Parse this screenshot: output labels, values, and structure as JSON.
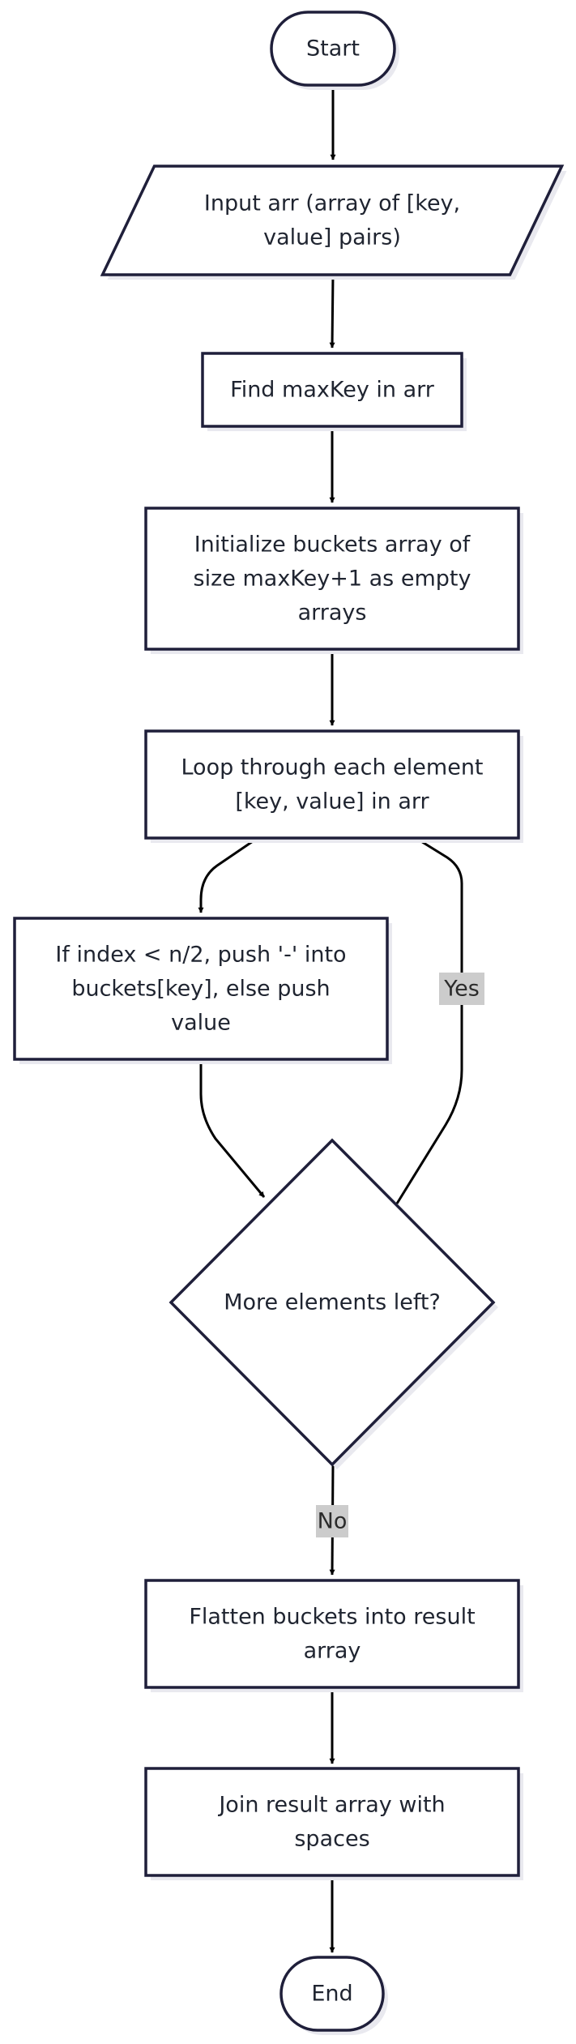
{
  "diagram": {
    "type": "flowchart",
    "colors": {
      "stroke": "#1f1f3a",
      "arrow": "#000000",
      "shadow": "#e9e9ef",
      "edge_label_bg": "#cccccc",
      "background": "#ffffff"
    },
    "nodes": [
      {
        "id": "start",
        "shape": "terminal",
        "lines": [
          "Start"
        ]
      },
      {
        "id": "input",
        "shape": "parallelogram",
        "lines": [
          "Input arr (array of [key,",
          "value] pairs)"
        ]
      },
      {
        "id": "findmax",
        "shape": "process",
        "lines": [
          "Find maxKey in arr"
        ]
      },
      {
        "id": "init",
        "shape": "process",
        "lines": [
          "Initialize buckets array of",
          "size maxKey+1 as empty",
          "arrays"
        ]
      },
      {
        "id": "loop",
        "shape": "process",
        "lines": [
          "Loop through each element",
          "[key, value] in arr"
        ]
      },
      {
        "id": "ifidx",
        "shape": "process",
        "lines": [
          "If index < n/2, push '-' into",
          "buckets[key], else push",
          "value"
        ]
      },
      {
        "id": "more",
        "shape": "decision",
        "lines": [
          "More elements left?"
        ]
      },
      {
        "id": "flatten",
        "shape": "process",
        "lines": [
          "Flatten buckets into result",
          "array"
        ]
      },
      {
        "id": "join",
        "shape": "process",
        "lines": [
          "Join result array with",
          "spaces"
        ]
      },
      {
        "id": "end",
        "shape": "terminal",
        "lines": [
          "End"
        ]
      }
    ],
    "edges": [
      {
        "from": "start",
        "to": "input",
        "label": ""
      },
      {
        "from": "input",
        "to": "findmax",
        "label": ""
      },
      {
        "from": "findmax",
        "to": "init",
        "label": ""
      },
      {
        "from": "init",
        "to": "loop",
        "label": ""
      },
      {
        "from": "loop",
        "to": "ifidx",
        "label": ""
      },
      {
        "from": "ifidx",
        "to": "more",
        "label": ""
      },
      {
        "from": "more",
        "to": "loop",
        "label": "Yes"
      },
      {
        "from": "more",
        "to": "flatten",
        "label": "No"
      },
      {
        "from": "flatten",
        "to": "join",
        "label": ""
      },
      {
        "from": "join",
        "to": "end",
        "label": ""
      }
    ]
  }
}
